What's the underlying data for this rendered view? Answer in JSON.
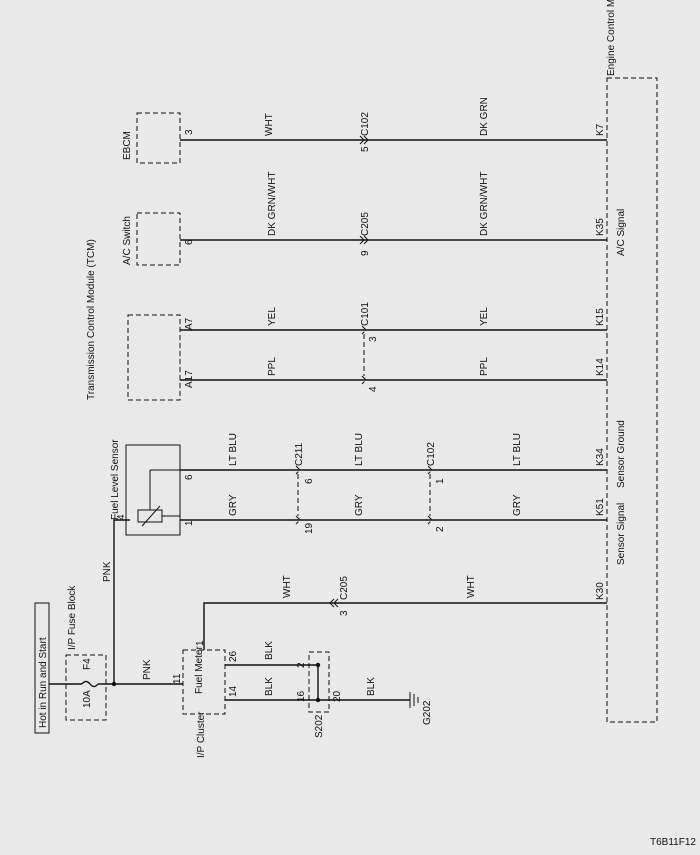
{
  "power": {
    "hot_label": "Hot in Run and Start"
  },
  "fuse_block": {
    "name": "I/P Fuse Block",
    "fuse": "F4",
    "rating": "10A"
  },
  "ip_cluster": {
    "name": "I/P Cluster",
    "fuel_meter": "Fuel Meter",
    "pins": {
      "p11": "11",
      "p1": "1",
      "p26": "26",
      "p14": "14"
    }
  },
  "s202": {
    "name": "S202",
    "pins": {
      "p2": "2",
      "p16": "16",
      "p20": "20"
    }
  },
  "ground": {
    "name": "G202"
  },
  "fuel_sensor": {
    "name": "Fuel Level Sensor",
    "pins": {
      "p4": "4",
      "p6": "6",
      "p1": "1"
    }
  },
  "tcm": {
    "name": "Transmission Control Module (TCM)",
    "pins": {
      "a7": "A7",
      "a17": "A17"
    }
  },
  "ac_switch": {
    "name": "A/C Switch",
    "pin": "6"
  },
  "ebcm": {
    "name": "EBCM",
    "pin": "3"
  },
  "ecm": {
    "name": "Engine Control Module (ECM)",
    "pins": {
      "k7": "K7",
      "k35": "K35",
      "k15": "K15",
      "k14": "K14",
      "k34": "K34",
      "k51": "K51",
      "k30": "K30"
    },
    "ac_signal": "A/C Signal",
    "sensor_ground": "Sensor Ground",
    "sensor_signal": "Sensor Signal"
  },
  "connectors": {
    "c102_top": "C102",
    "c102_top_pin": "5",
    "c205_ac": "C205",
    "c205_ac_pin": "9",
    "c101": "C101",
    "c101_p3": "3",
    "c101_p4": "4",
    "c211": "C211",
    "c211_p6": "6",
    "c211_p19": "19",
    "c102_low": "C102",
    "c102_low_p1": "1",
    "c102_low_p2": "2",
    "c205_low": "C205",
    "c205_low_pin": "3"
  },
  "wires": {
    "wht": "WHT",
    "dk_grn": "DK GRN",
    "dk_grn_wht": "DK GRN/WHT",
    "yel": "YEL",
    "ppl": "PPL",
    "lt_blu": "LT BLU",
    "gry": "GRY",
    "pnk": "PNK",
    "blk": "BLK"
  },
  "figure_id": "T6B11F12"
}
